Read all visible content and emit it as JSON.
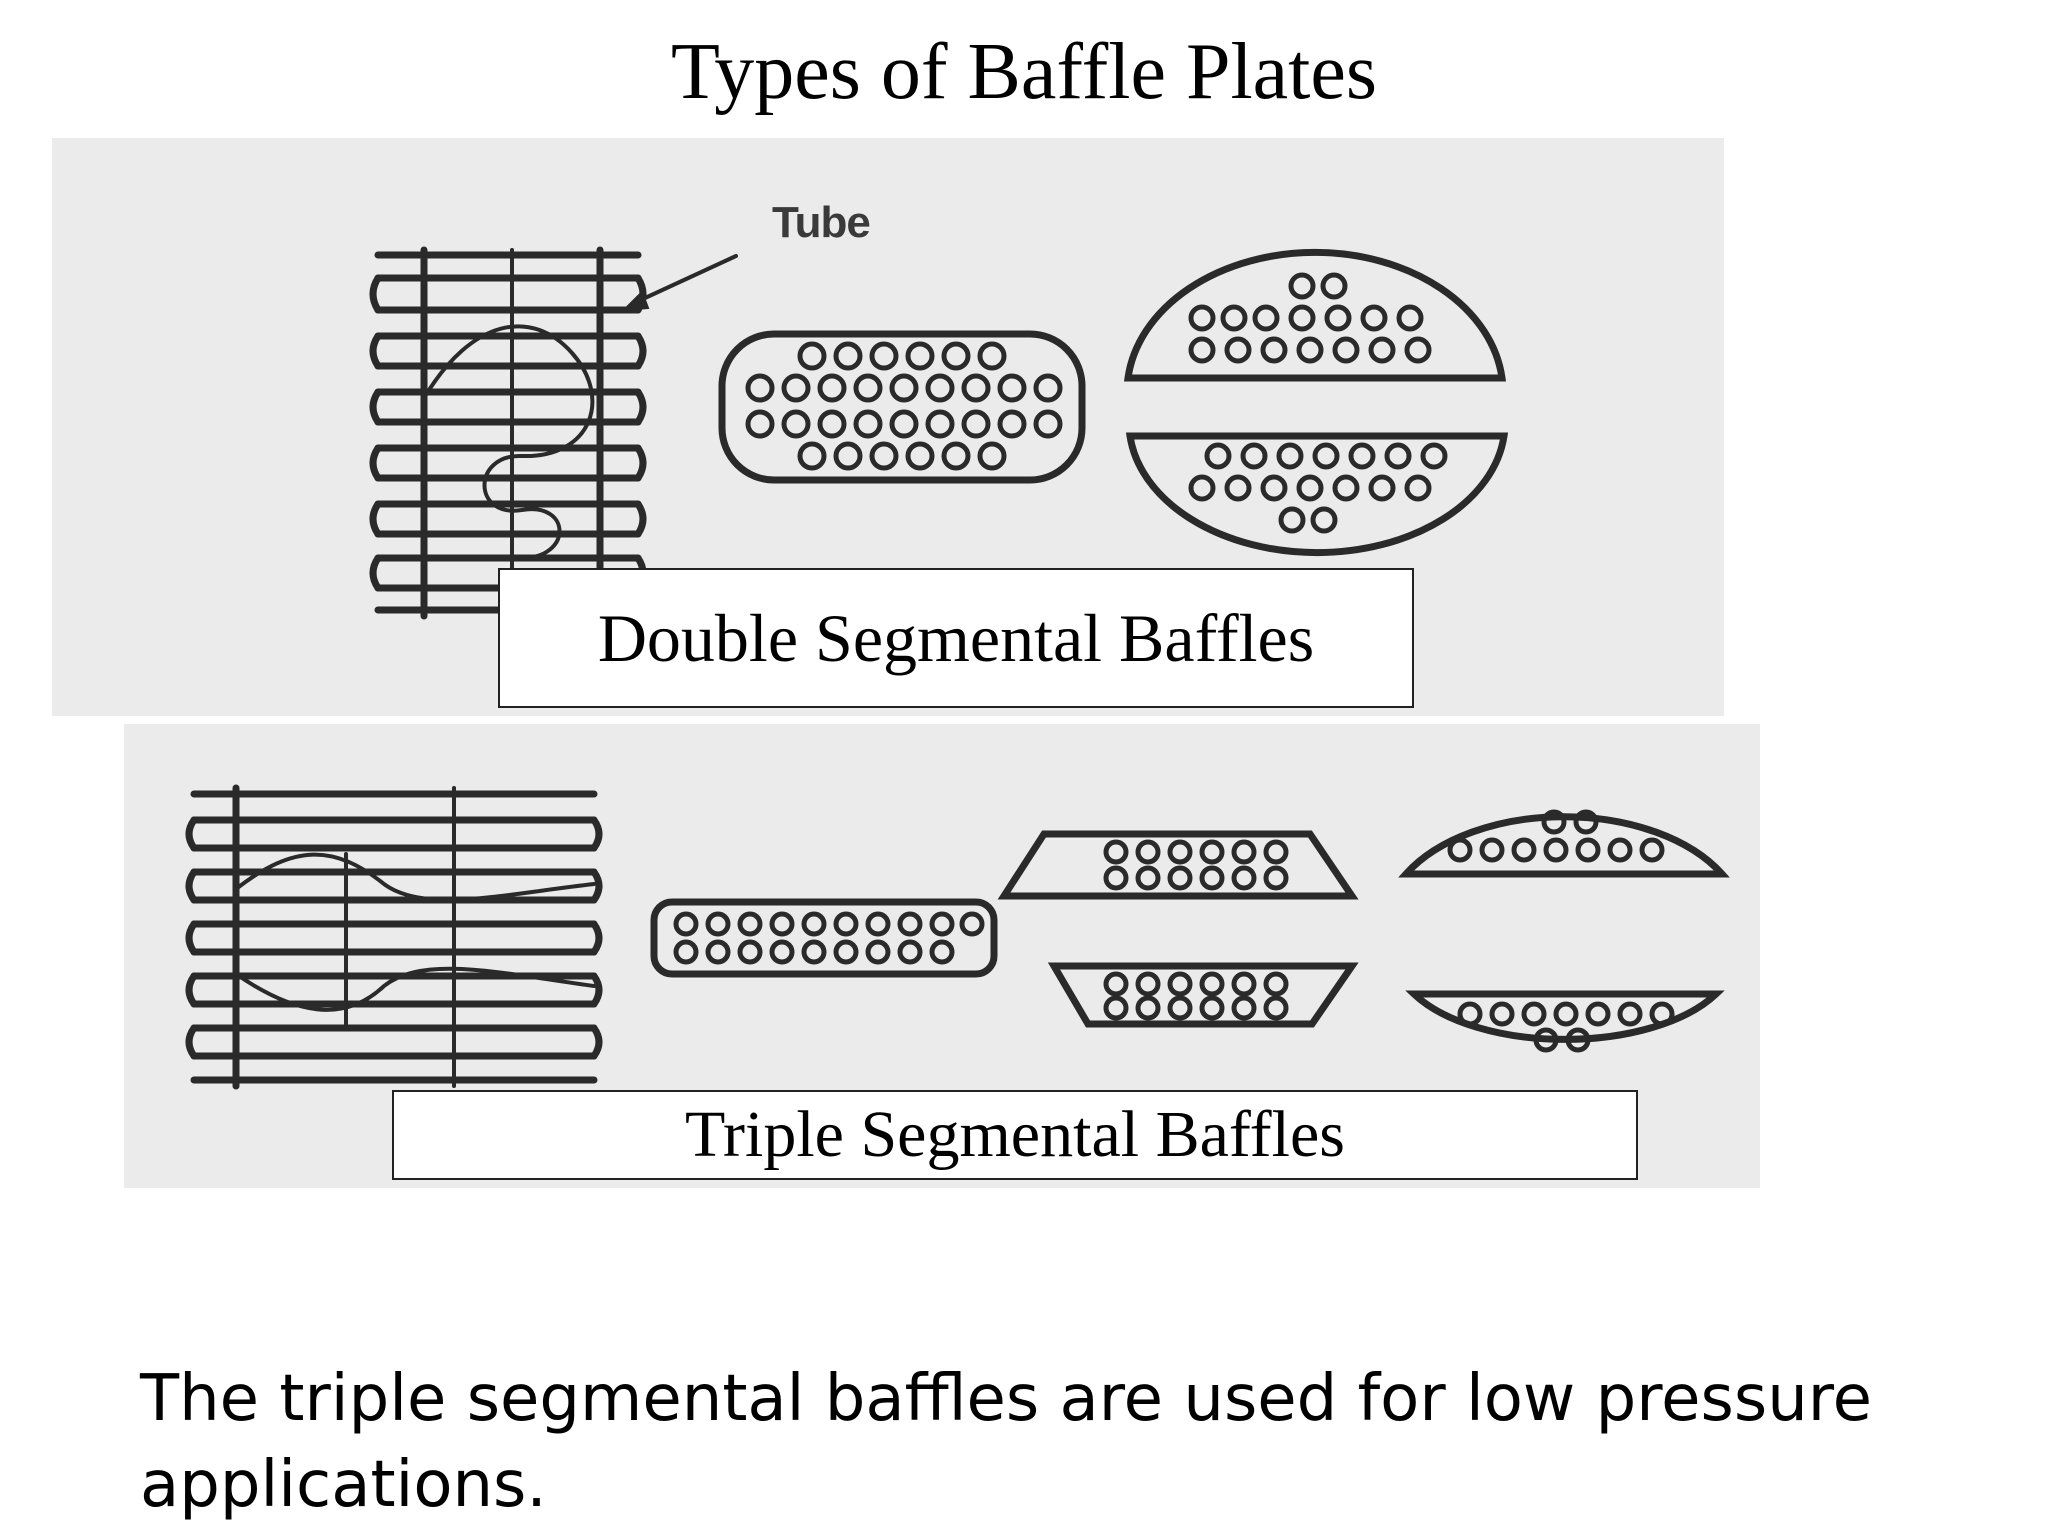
{
  "title": "Types of Baffle Plates",
  "double_panel": {
    "caption": "Double Segmental Baffles",
    "tube_label": "Tube"
  },
  "triple_panel": {
    "caption": "Triple Segmental Baffles"
  },
  "description": "The triple segmental baffles are used for low pressure applications.",
  "colors": {
    "ink": "#2a2a2a",
    "panel_background": "#ebebeb"
  }
}
